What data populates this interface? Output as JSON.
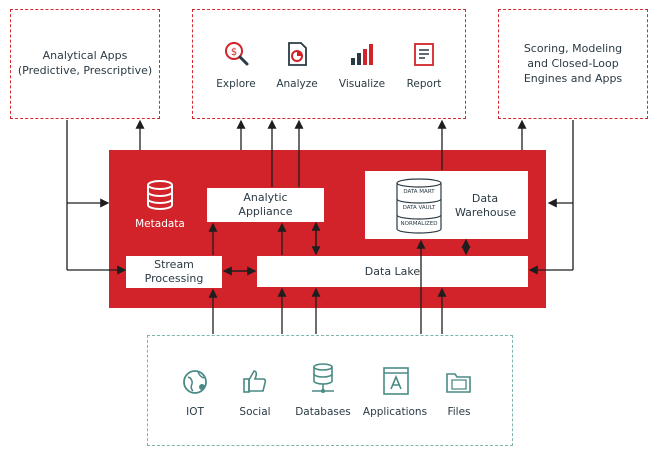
{
  "top_left": {
    "line1": "Analytical Apps",
    "line2": "(Predictive, Prescriptive)"
  },
  "top_middle": {
    "items": [
      "Explore",
      "Analyze",
      "Visualize",
      "Report"
    ]
  },
  "top_right": {
    "line1": "Scoring, Modeling",
    "line2": "and Closed-Loop",
    "line3": "Engines and Apps"
  },
  "core": {
    "metadata": "Metadata",
    "analytic_appliance": {
      "line1": "Analytic",
      "line2": "Appliance"
    },
    "stream_processing": {
      "line1": "Stream",
      "line2": "Processing"
    },
    "data_lake": "Data Lake",
    "data_warehouse": {
      "line1": "Data",
      "line2": "Warehouse"
    },
    "db_layers": [
      "DATA MART",
      "DATA VAULT",
      "NORMALIZED"
    ]
  },
  "sources": {
    "items": [
      "IOT",
      "Social",
      "Databases",
      "Applications",
      "Files"
    ]
  },
  "colors": {
    "accent_red": "#d2232a",
    "teal_dash": "#7fb3ad",
    "text": "#2a3a44"
  },
  "icons": [
    "search-dollar-icon",
    "document-chart-icon",
    "bar-chart-icon",
    "report-icon",
    "database-icon",
    "globe-icon",
    "thumbs-up-icon",
    "database-network-icon",
    "application-icon",
    "folder-icon"
  ]
}
